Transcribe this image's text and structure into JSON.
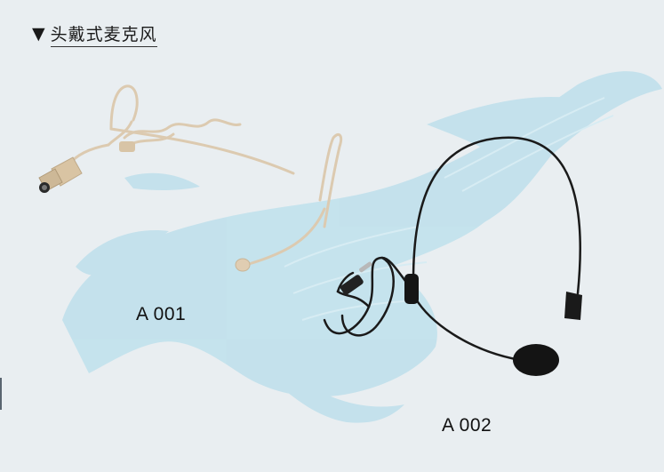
{
  "section": {
    "marker_icon": "triangle-down-icon",
    "title": "头戴式麦克风"
  },
  "products": [
    {
      "model": "A 001",
      "color": "#dcc9ad",
      "description_icon": "beige-headset-microphone"
    },
    {
      "model": "A 002",
      "color": "#1b1b1b",
      "description_icon": "black-headset-microphone"
    }
  ],
  "colors": {
    "background": "#e9eef1",
    "watermark": "#bfe0ec",
    "text": "#111111"
  }
}
